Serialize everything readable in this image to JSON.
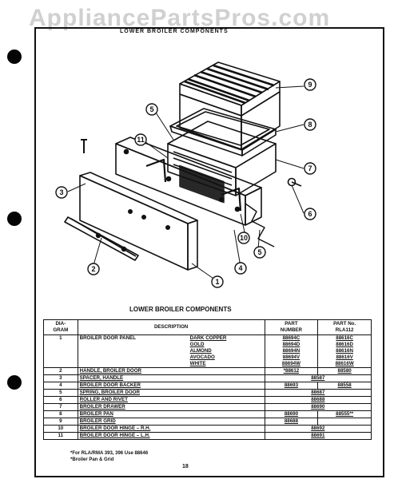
{
  "watermark": "AppliancePartsPros.com",
  "section_title": "LOWER BROILER COMPONENTS",
  "caption": "LOWER BROILER COMPONENTS",
  "callouts": [
    "1",
    "2",
    "3",
    "4",
    "5",
    "6",
    "7",
    "8",
    "9",
    "10",
    "11"
  ],
  "table": {
    "headers": {
      "diagram": "DIA-\nGRAM",
      "description": "DESCRIPTION",
      "part_number": "PART\nNUMBER",
      "part_no": "PART No.\nRLA112"
    },
    "rows": [
      {
        "num": "1",
        "desc": "BROILER DOOR PANEL",
        "variants": [
          {
            "color": "DARK COPPER",
            "pn": "88694C",
            "pno": "88616C"
          },
          {
            "color": "GOLD",
            "pn": "88694D",
            "pno": "88616D"
          },
          {
            "color": "ALMOND",
            "pn": "88694N",
            "pno": "88616N"
          },
          {
            "color": "AVOCADO",
            "pn": "88694V",
            "pno": "88616V"
          },
          {
            "color": "WHITE",
            "pn": "88694W",
            "pno": "88616W"
          }
        ]
      },
      {
        "num": "2",
        "desc": "HANDLE, BROILER DOOR",
        "pn": "*88612",
        "pno": "88580",
        "shared": ""
      },
      {
        "num": "3",
        "desc": "SPACER, HANDLE",
        "pn": "",
        "pno": "",
        "shared": "88587"
      },
      {
        "num": "4",
        "desc": "BROILER DOOR BACKER",
        "pn": "88693",
        "pno": "88558",
        "shared": ""
      },
      {
        "num": "5",
        "desc": "SPRING, BROILER DOOR",
        "pn": "",
        "pno": "",
        "shared": "88687"
      },
      {
        "num": "6",
        "desc": "ROLLER AND RIVET",
        "pn": "",
        "pno": "",
        "shared": "88688"
      },
      {
        "num": "7",
        "desc": "BROILER DRAWER",
        "pn": "",
        "pno": "",
        "shared": "88690"
      },
      {
        "num": "8",
        "desc": "BROILER PAN",
        "pn": "88690",
        "pno": "88555**",
        "shared": ""
      },
      {
        "num": "9",
        "desc": "BROILER GRID",
        "pn": "88688",
        "pno": "",
        "shared": ""
      },
      {
        "num": "10",
        "desc": "BROILER DOOR HINGE – R.H.",
        "pn": "",
        "pno": "",
        "shared": "88692"
      },
      {
        "num": "11",
        "desc": "BROILER DOOR HINGE – L.H.",
        "pn": "",
        "pno": "",
        "shared": "88691"
      }
    ]
  },
  "footnotes": [
    "*For RLA/RMA 393, 396 Use 88646",
    "*Broiler Pan & Grid"
  ],
  "page_number": "18"
}
